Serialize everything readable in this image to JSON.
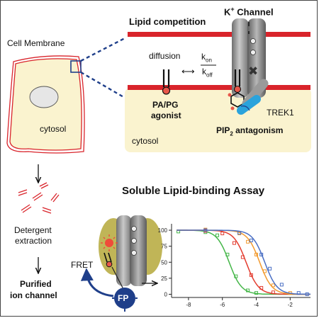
{
  "left_panel": {
    "cell_membrane_label": "Cell Membrane",
    "cytosol_label": "cytosol",
    "detergent_line1": "Detergent",
    "detergent_line2": "extraction",
    "purified_line1": "Purified",
    "purified_line2": "ion channel"
  },
  "zoom_panel": {
    "lipid_competition": "Lipid competition",
    "k_channel_k": "K",
    "k_channel_sup": "+",
    "k_channel_rest": " Channel",
    "diffusion": "diffusion",
    "arrow_symbol": "⟷",
    "k_on_k": "k",
    "k_on_sub": "on",
    "k_off_k": "k",
    "k_off_sub": "off",
    "agonist_line1": "PA/PG",
    "agonist_line2": "agonist",
    "pip2_pre": "PIP",
    "pip2_sub": "2",
    "pip2_post": " antagonism",
    "trek1": "TREK1",
    "cytosol": "cytosol",
    "block_mark": "✖"
  },
  "assay": {
    "title": "Soluble Lipid-binding Assay",
    "fret": "FRET",
    "fp": "FP"
  },
  "chart_data": {
    "type": "line",
    "x_ticks": [
      -8,
      -6,
      -4,
      -2
    ],
    "y_ticks": [
      0,
      25,
      50,
      75,
      100
    ],
    "xlim": [
      -9,
      -0.8
    ],
    "ylim": [
      -5,
      110
    ],
    "series": [
      {
        "color": "#44b648",
        "ic50": -5.6,
        "hill": 1.2,
        "points": [
          [
            -8.6,
            98
          ],
          [
            -7,
            97
          ],
          [
            -6.3,
            92
          ],
          [
            -5.7,
            62
          ],
          [
            -5.2,
            28
          ],
          [
            -4.5,
            6
          ],
          [
            -4,
            2
          ]
        ]
      },
      {
        "color": "#e33c2f",
        "ic50": -4.6,
        "hill": 1.2,
        "points": [
          [
            -7,
            99
          ],
          [
            -6,
            95
          ],
          [
            -5.3,
            80
          ],
          [
            -4.8,
            58
          ],
          [
            -4.3,
            30
          ],
          [
            -3.7,
            10
          ],
          [
            -3,
            3
          ]
        ]
      },
      {
        "color": "#f29a2e",
        "ic50": -3.8,
        "hill": 1.2,
        "points": [
          [
            -7,
            101
          ],
          [
            -5,
            95
          ],
          [
            -4.5,
            82
          ],
          [
            -4,
            62
          ],
          [
            -3.5,
            36
          ],
          [
            -3,
            14
          ],
          [
            -2,
            2
          ]
        ]
      },
      {
        "color": "#4a6fc4",
        "ic50": -3.5,
        "hill": 1.2,
        "points": [
          [
            -7,
            100
          ],
          [
            -5,
            96
          ],
          [
            -4.3,
            84
          ],
          [
            -3.7,
            62
          ],
          [
            -3.2,
            40
          ],
          [
            -2.5,
            15
          ],
          [
            -1.5,
            2
          ],
          [
            -1,
            0
          ]
        ]
      }
    ]
  }
}
